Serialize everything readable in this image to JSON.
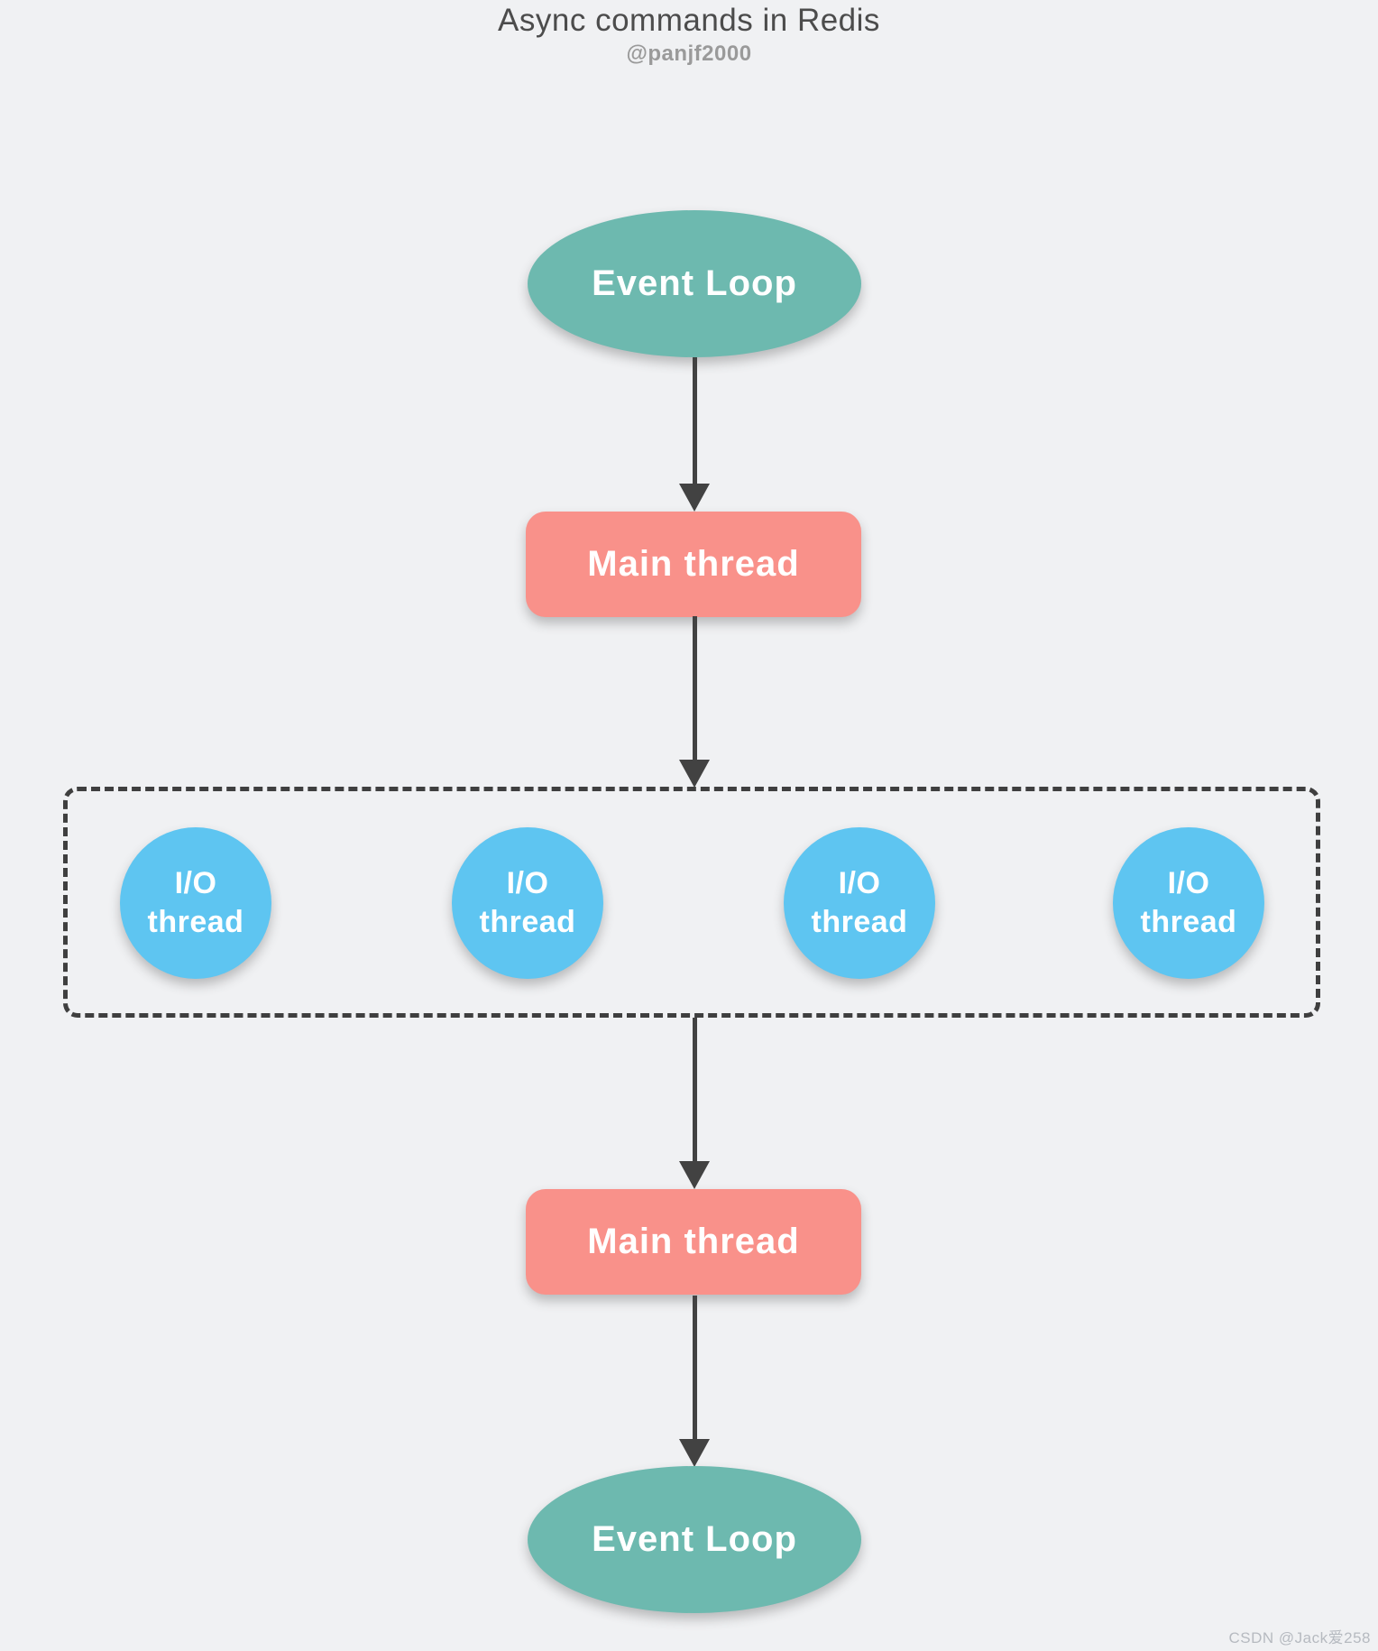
{
  "title": "Async commands in Redis",
  "subtitle": "@panjf2000",
  "watermark": "CSDN @Jack爱258",
  "colors": {
    "background": "#F0F1F3",
    "teal": "#6DB9AF",
    "salmon": "#F9918A",
    "blue": "#5EC5F1",
    "arrow": "#424242",
    "title_text": "#4C4C4C",
    "subtitle_text": "#9A9A9A",
    "node_text": "#FFFFFF",
    "watermark_text": "#B6BAC0"
  },
  "diagram": {
    "event_loop_top": {
      "label": "Event Loop"
    },
    "main_thread_top": {
      "label": "Main thread"
    },
    "io_thread_pool": [
      {
        "line1": "I/O",
        "line2": "thread"
      },
      {
        "line1": "I/O",
        "line2": "thread"
      },
      {
        "line1": "I/O",
        "line2": "thread"
      },
      {
        "line1": "I/O",
        "line2": "thread"
      }
    ],
    "main_thread_bottom": {
      "label": "Main thread"
    },
    "event_loop_bottom": {
      "label": "Event Loop"
    }
  }
}
